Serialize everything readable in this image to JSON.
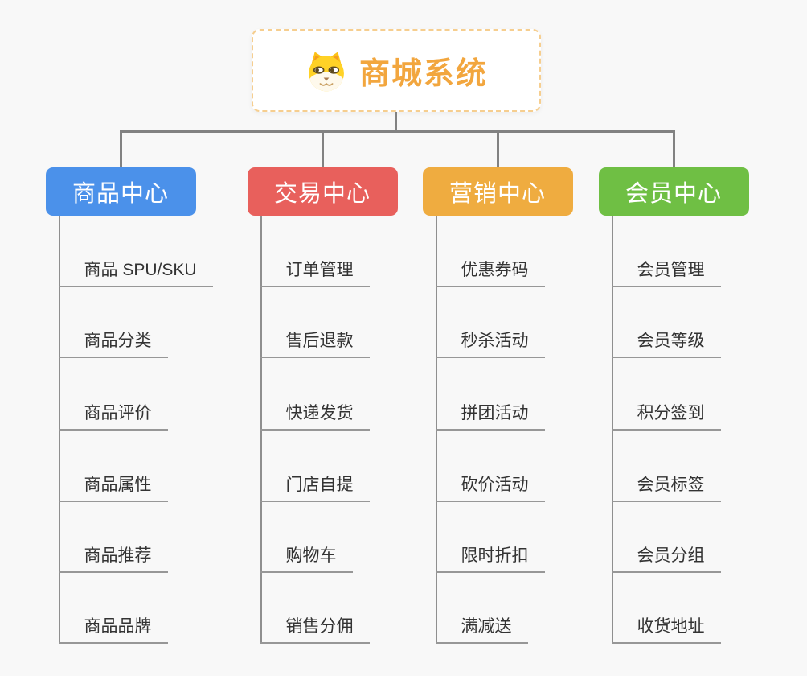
{
  "root": {
    "title": "商城系统",
    "icon": "dog-face-icon",
    "title_color": "#f2a63e",
    "border_color": "#f6ce8f"
  },
  "colors": {
    "background": "#f8f8f8",
    "connector": "#828282",
    "leaf_underline": "#979797",
    "leaf_text": "#333333",
    "header_text": "#ffffff"
  },
  "branches": [
    {
      "label": "商品中心",
      "color": "#4b91ea",
      "items": [
        "商品 SPU/SKU",
        "商品分类",
        "商品评价",
        "商品属性",
        "商品推荐",
        "商品品牌"
      ]
    },
    {
      "label": "交易中心",
      "color": "#e8605c",
      "items": [
        "订单管理",
        "售后退款",
        "快递发货",
        "门店自提",
        "购物车",
        "销售分佣"
      ]
    },
    {
      "label": "营销中心",
      "color": "#efac40",
      "items": [
        "优惠券码",
        "秒杀活动",
        "拼团活动",
        "砍价活动",
        "限时折扣",
        "满减送"
      ]
    },
    {
      "label": "会员中心",
      "color": "#6fbf44",
      "items": [
        "会员管理",
        "会员等级",
        "积分签到",
        "会员标签",
        "会员分组",
        "收货地址"
      ]
    }
  ]
}
